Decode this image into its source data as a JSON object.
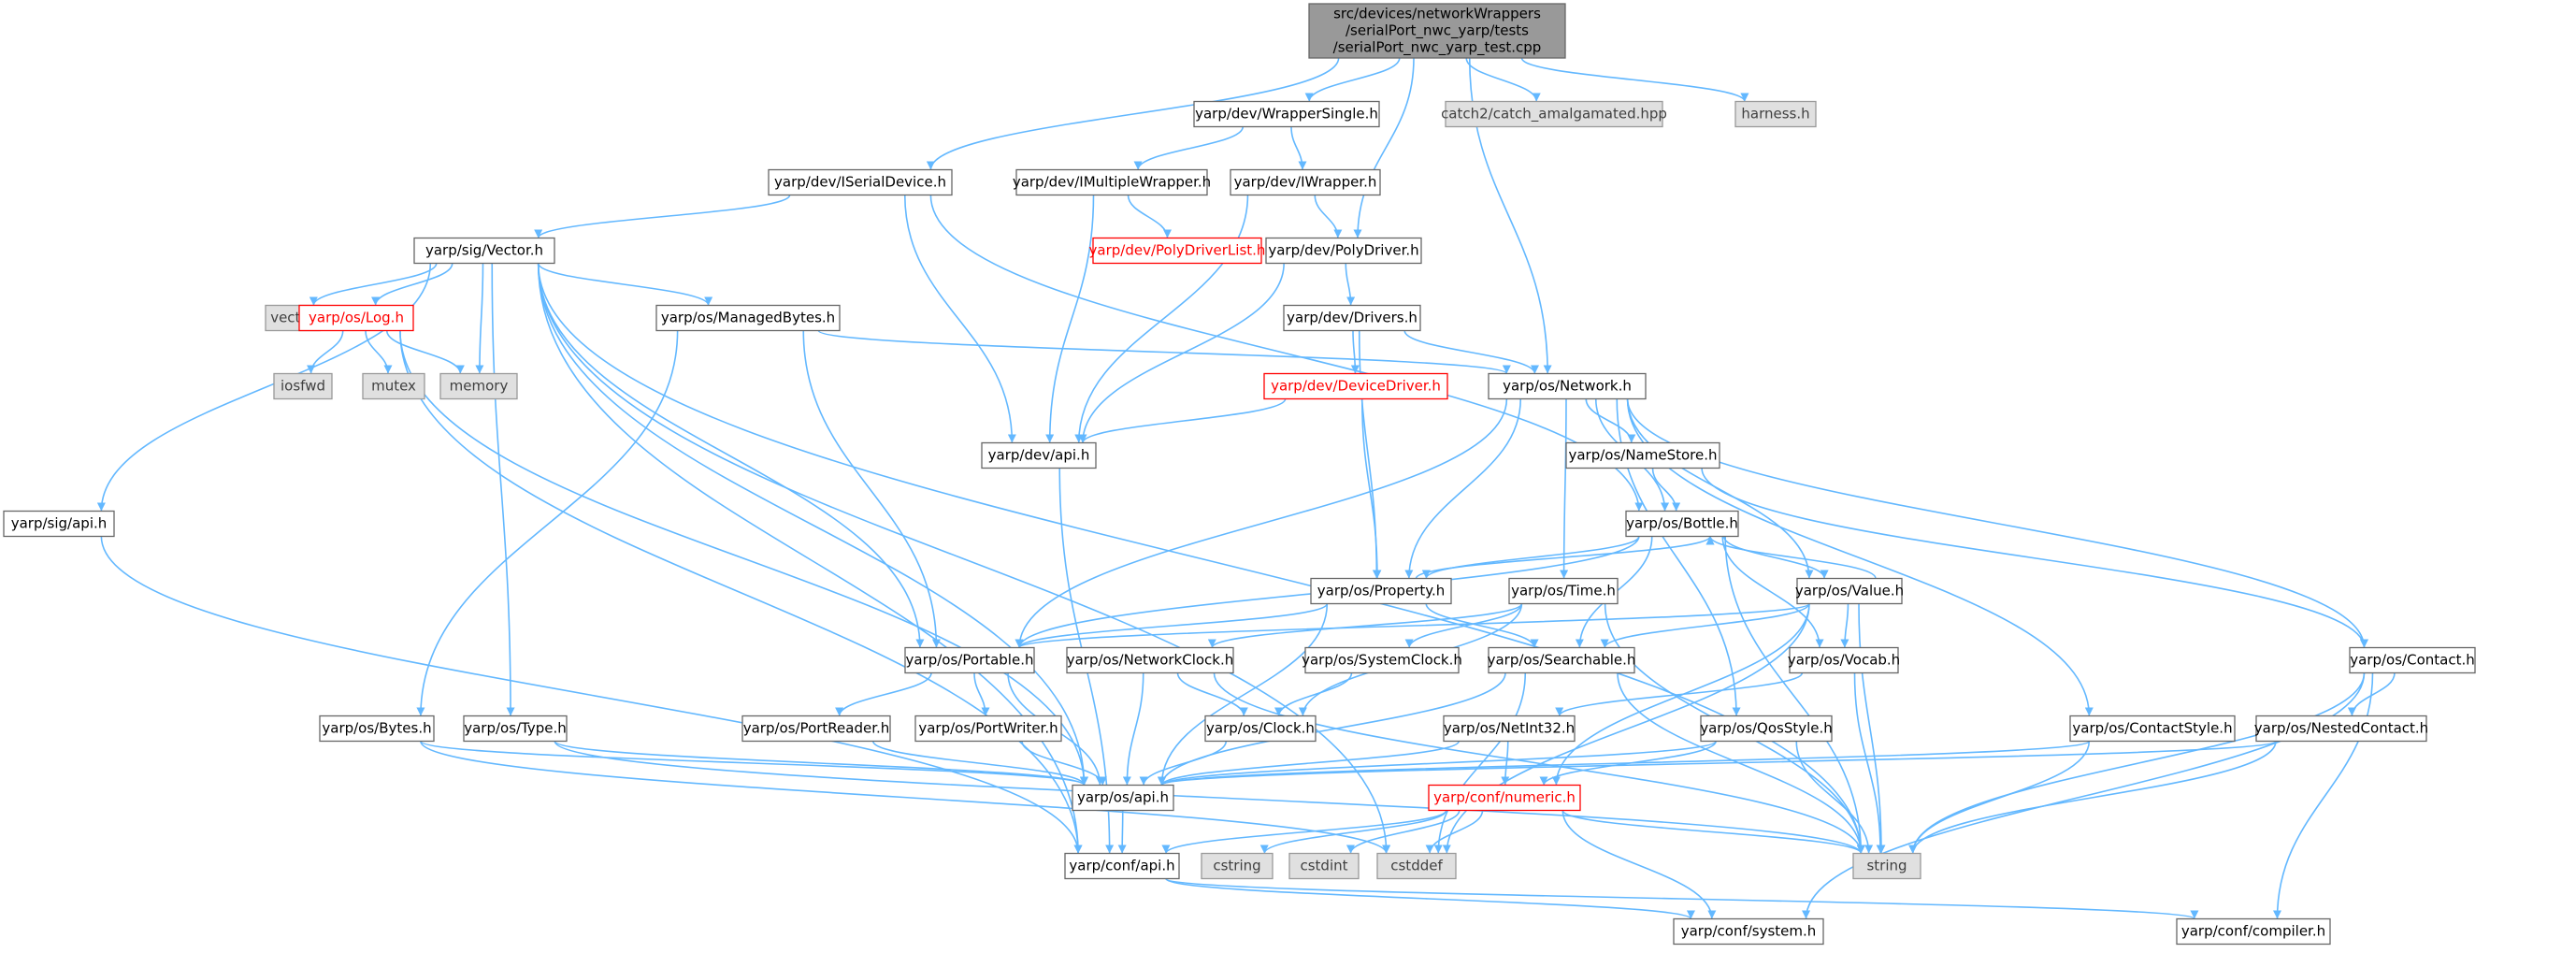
{
  "nodes": [
    {
      "id": "root",
      "kind": "root",
      "lines": [
        "src/devices/networkWrappers",
        "/serialPort_nwc_yarp/tests",
        "/serialPort_nwc_yarp_test.cpp"
      ]
    },
    {
      "id": "wrappersingle",
      "kind": "normal",
      "lines": [
        "yarp/dev/WrapperSingle.h"
      ]
    },
    {
      "id": "catch2",
      "kind": "ext",
      "lines": [
        "catch2/catch_amalgamated.hpp"
      ]
    },
    {
      "id": "harness",
      "kind": "ext",
      "lines": [
        "harness.h"
      ]
    },
    {
      "id": "iserialdevice",
      "kind": "normal",
      "lines": [
        "yarp/dev/ISerialDevice.h"
      ]
    },
    {
      "id": "imultiplewrapper",
      "kind": "normal",
      "lines": [
        "yarp/dev/IMultipleWrapper.h"
      ]
    },
    {
      "id": "iwrapper",
      "kind": "normal",
      "lines": [
        "yarp/dev/IWrapper.h"
      ]
    },
    {
      "id": "polydriverlist",
      "kind": "red",
      "lines": [
        "yarp/dev/PolyDriverList.h"
      ]
    },
    {
      "id": "polydriver",
      "kind": "normal",
      "lines": [
        "yarp/dev/PolyDriver.h"
      ]
    },
    {
      "id": "sigvector",
      "kind": "normal",
      "lines": [
        "yarp/sig/Vector.h"
      ]
    },
    {
      "id": "vector",
      "kind": "ext",
      "lines": [
        "vector"
      ]
    },
    {
      "id": "oslog",
      "kind": "red",
      "lines": [
        "yarp/os/Log.h"
      ]
    },
    {
      "id": "managedbytes",
      "kind": "normal",
      "lines": [
        "yarp/os/ManagedBytes.h"
      ]
    },
    {
      "id": "drivers",
      "kind": "normal",
      "lines": [
        "yarp/dev/Drivers.h"
      ]
    },
    {
      "id": "iosfwd",
      "kind": "ext",
      "lines": [
        "iosfwd"
      ]
    },
    {
      "id": "mutex",
      "kind": "ext",
      "lines": [
        "mutex"
      ]
    },
    {
      "id": "memory",
      "kind": "ext",
      "lines": [
        "memory"
      ]
    },
    {
      "id": "devicedriver",
      "kind": "red",
      "lines": [
        "yarp/dev/DeviceDriver.h"
      ]
    },
    {
      "id": "network",
      "kind": "normal",
      "lines": [
        "yarp/os/Network.h"
      ]
    },
    {
      "id": "devapi",
      "kind": "normal",
      "lines": [
        "yarp/dev/api.h"
      ]
    },
    {
      "id": "namestore",
      "kind": "normal",
      "lines": [
        "yarp/os/NameStore.h"
      ]
    },
    {
      "id": "sigapi",
      "kind": "normal",
      "lines": [
        "yarp/sig/api.h"
      ]
    },
    {
      "id": "bottle",
      "kind": "normal",
      "lines": [
        "yarp/os/Bottle.h"
      ]
    },
    {
      "id": "property",
      "kind": "normal",
      "lines": [
        "yarp/os/Property.h"
      ]
    },
    {
      "id": "ostime",
      "kind": "normal",
      "lines": [
        "yarp/os/Time.h"
      ]
    },
    {
      "id": "value",
      "kind": "normal",
      "lines": [
        "yarp/os/Value.h"
      ]
    },
    {
      "id": "portable",
      "kind": "normal",
      "lines": [
        "yarp/os/Portable.h"
      ]
    },
    {
      "id": "networkclock",
      "kind": "normal",
      "lines": [
        "yarp/os/NetworkClock.h"
      ]
    },
    {
      "id": "systemclock",
      "kind": "normal",
      "lines": [
        "yarp/os/SystemClock.h"
      ]
    },
    {
      "id": "searchable",
      "kind": "normal",
      "lines": [
        "yarp/os/Searchable.h"
      ]
    },
    {
      "id": "vocab",
      "kind": "normal",
      "lines": [
        "yarp/os/Vocab.h"
      ]
    },
    {
      "id": "contact",
      "kind": "normal",
      "lines": [
        "yarp/os/Contact.h"
      ]
    },
    {
      "id": "bytes",
      "kind": "normal",
      "lines": [
        "yarp/os/Bytes.h"
      ]
    },
    {
      "id": "ostype",
      "kind": "normal",
      "lines": [
        "yarp/os/Type.h"
      ]
    },
    {
      "id": "portreader",
      "kind": "normal",
      "lines": [
        "yarp/os/PortReader.h"
      ]
    },
    {
      "id": "portwriter",
      "kind": "normal",
      "lines": [
        "yarp/os/PortWriter.h"
      ]
    },
    {
      "id": "clock",
      "kind": "normal",
      "lines": [
        "yarp/os/Clock.h"
      ]
    },
    {
      "id": "netint32",
      "kind": "normal",
      "lines": [
        "yarp/os/NetInt32.h"
      ]
    },
    {
      "id": "qosstyle",
      "kind": "normal",
      "lines": [
        "yarp/os/QosStyle.h"
      ]
    },
    {
      "id": "contactstyle",
      "kind": "normal",
      "lines": [
        "yarp/os/ContactStyle.h"
      ]
    },
    {
      "id": "nestedcontact",
      "kind": "normal",
      "lines": [
        "yarp/os/NestedContact.h"
      ]
    },
    {
      "id": "osapi",
      "kind": "normal",
      "lines": [
        "yarp/os/api.h"
      ]
    },
    {
      "id": "numeric",
      "kind": "red",
      "lines": [
        "yarp/conf/numeric.h"
      ]
    },
    {
      "id": "cstring",
      "kind": "ext",
      "lines": [
        "cstring"
      ]
    },
    {
      "id": "cstdint",
      "kind": "ext",
      "lines": [
        "cstdint"
      ]
    },
    {
      "id": "cstddef",
      "kind": "ext",
      "lines": [
        "cstddef"
      ]
    },
    {
      "id": "string",
      "kind": "ext",
      "lines": [
        "string"
      ]
    },
    {
      "id": "confapi",
      "kind": "normal",
      "lines": [
        "yarp/conf/api.h"
      ]
    },
    {
      "id": "system",
      "kind": "normal",
      "lines": [
        "yarp/conf/system.h"
      ]
    },
    {
      "id": "compiler",
      "kind": "normal",
      "lines": [
        "yarp/conf/compiler.h"
      ]
    }
  ],
  "edges": [
    [
      "root",
      "wrappersingle"
    ],
    [
      "root",
      "catch2"
    ],
    [
      "root",
      "harness"
    ],
    [
      "root",
      "iserialdevice"
    ],
    [
      "root",
      "polydriver"
    ],
    [
      "root",
      "network"
    ],
    [
      "wrappersingle",
      "imultiplewrapper"
    ],
    [
      "wrappersingle",
      "iwrapper"
    ],
    [
      "imultiplewrapper",
      "polydriverlist"
    ],
    [
      "imultiplewrapper",
      "devapi"
    ],
    [
      "iwrapper",
      "polydriver"
    ],
    [
      "iwrapper",
      "devapi"
    ],
    [
      "polydriver",
      "drivers"
    ],
    [
      "polydriver",
      "devapi"
    ],
    [
      "drivers",
      "devicedriver"
    ],
    [
      "drivers",
      "network"
    ],
    [
      "drivers",
      "property"
    ],
    [
      "devicedriver",
      "devapi"
    ],
    [
      "devicedriver",
      "property"
    ],
    [
      "iserialdevice",
      "sigvector"
    ],
    [
      "iserialdevice",
      "devapi"
    ],
    [
      "iserialdevice",
      "bottle"
    ],
    [
      "sigvector",
      "sigapi"
    ],
    [
      "sigvector",
      "vector"
    ],
    [
      "sigvector",
      "oslog"
    ],
    [
      "sigvector",
      "memory"
    ],
    [
      "sigvector",
      "managedbytes"
    ],
    [
      "sigvector",
      "ostype"
    ],
    [
      "sigvector",
      "portable"
    ],
    [
      "sigvector",
      "osapi"
    ],
    [
      "sigvector",
      "string"
    ],
    [
      "sigvector",
      "cstddef"
    ],
    [
      "sigvector",
      "confapi"
    ],
    [
      "oslog",
      "iosfwd"
    ],
    [
      "oslog",
      "mutex"
    ],
    [
      "oslog",
      "memory"
    ],
    [
      "oslog",
      "osapi"
    ],
    [
      "oslog",
      "confapi"
    ],
    [
      "managedbytes",
      "bytes"
    ],
    [
      "managedbytes",
      "portable"
    ],
    [
      "managedbytes",
      "network"
    ],
    [
      "network",
      "namestore"
    ],
    [
      "network",
      "bottle"
    ],
    [
      "network",
      "property"
    ],
    [
      "network",
      "ostime"
    ],
    [
      "network",
      "value"
    ],
    [
      "network",
      "portable"
    ],
    [
      "network",
      "qosstyle"
    ],
    [
      "network",
      "contactstyle"
    ],
    [
      "network",
      "contact"
    ],
    [
      "devapi",
      "confapi"
    ],
    [
      "namestore",
      "bottle"
    ],
    [
      "namestore",
      "contact"
    ],
    [
      "sigapi",
      "confapi"
    ],
    [
      "bottle",
      "property"
    ],
    [
      "bottle",
      "value"
    ],
    [
      "bottle",
      "portable"
    ],
    [
      "bottle",
      "searchable"
    ],
    [
      "bottle",
      "vocab"
    ],
    [
      "bottle",
      "string"
    ],
    [
      "property",
      "bottle"
    ],
    [
      "property",
      "portable"
    ],
    [
      "property",
      "searchable"
    ],
    [
      "property",
      "osapi"
    ],
    [
      "value",
      "bottle"
    ],
    [
      "value",
      "portable"
    ],
    [
      "value",
      "searchable"
    ],
    [
      "value",
      "vocab"
    ],
    [
      "value",
      "numeric"
    ],
    [
      "value",
      "cstddef"
    ],
    [
      "value",
      "string"
    ],
    [
      "ostime",
      "networkclock"
    ],
    [
      "ostime",
      "systemclock"
    ],
    [
      "ostime",
      "clock"
    ],
    [
      "ostime",
      "string"
    ],
    [
      "portable",
      "portreader"
    ],
    [
      "portable",
      "portwriter"
    ],
    [
      "portable",
      "osapi"
    ],
    [
      "networkclock",
      "clock"
    ],
    [
      "networkclock",
      "osapi"
    ],
    [
      "networkclock",
      "string"
    ],
    [
      "systemclock",
      "clock"
    ],
    [
      "searchable",
      "osapi"
    ],
    [
      "searchable",
      "cstddef"
    ],
    [
      "searchable",
      "string"
    ],
    [
      "vocab",
      "netint32"
    ],
    [
      "vocab",
      "string"
    ],
    [
      "contact",
      "nestedcontact"
    ],
    [
      "contact",
      "string"
    ],
    [
      "contact",
      "compiler"
    ],
    [
      "contact",
      "system"
    ],
    [
      "bytes",
      "osapi"
    ],
    [
      "bytes",
      "cstddef"
    ],
    [
      "ostype",
      "osapi"
    ],
    [
      "ostype",
      "string"
    ],
    [
      "portreader",
      "osapi"
    ],
    [
      "portwriter",
      "osapi"
    ],
    [
      "clock",
      "osapi"
    ],
    [
      "netint32",
      "osapi"
    ],
    [
      "netint32",
      "numeric"
    ],
    [
      "qosstyle",
      "osapi"
    ],
    [
      "qosstyle",
      "numeric"
    ],
    [
      "qosstyle",
      "string"
    ],
    [
      "contactstyle",
      "osapi"
    ],
    [
      "contactstyle",
      "string"
    ],
    [
      "nestedcontact",
      "osapi"
    ],
    [
      "nestedcontact",
      "string"
    ],
    [
      "osapi",
      "confapi"
    ],
    [
      "numeric",
      "confapi"
    ],
    [
      "numeric",
      "cstring"
    ],
    [
      "numeric",
      "cstdint"
    ],
    [
      "numeric",
      "cstddef"
    ],
    [
      "numeric",
      "string"
    ],
    [
      "numeric",
      "system"
    ],
    [
      "confapi",
      "compiler"
    ],
    [
      "confapi",
      "system"
    ]
  ]
}
